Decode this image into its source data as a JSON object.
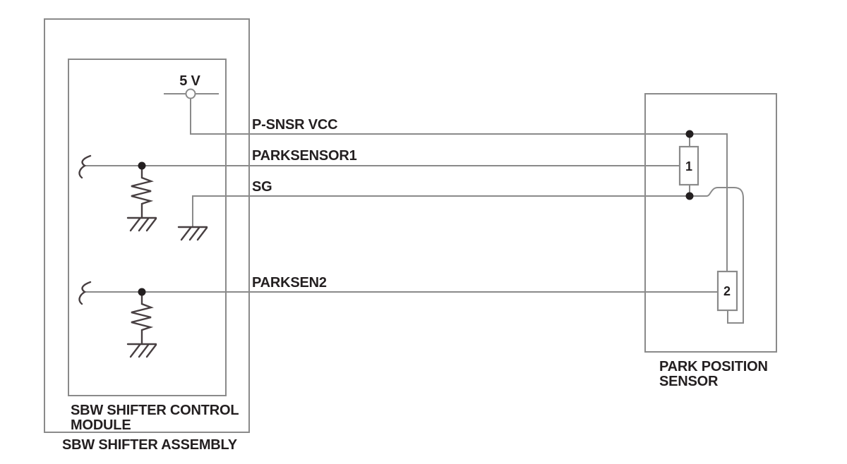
{
  "colors": {
    "background": "#ffffff",
    "wire": "#8a8a8a",
    "component": "#473f41",
    "dot": "#231f20",
    "text": "#231f20"
  },
  "supply": {
    "label": "5 V"
  },
  "signals": [
    {
      "id": "p-snsr-vcc",
      "label": "P-SNSR VCC"
    },
    {
      "id": "parksensor1",
      "label": "PARKSENSOR1"
    },
    {
      "id": "sg",
      "label": "SG"
    },
    {
      "id": "parksen2",
      "label": "PARKSEN2"
    }
  ],
  "modules": {
    "assembly": {
      "label": "SBW SHIFTER ASSEMBLY"
    },
    "control_module": {
      "label_line1": "SBW SHIFTER CONTROL",
      "label_line2": "MODULE"
    },
    "sensor": {
      "label_line1": "PARK POSITION",
      "label_line2": "SENSOR",
      "element1": "1",
      "element2": "2"
    }
  }
}
